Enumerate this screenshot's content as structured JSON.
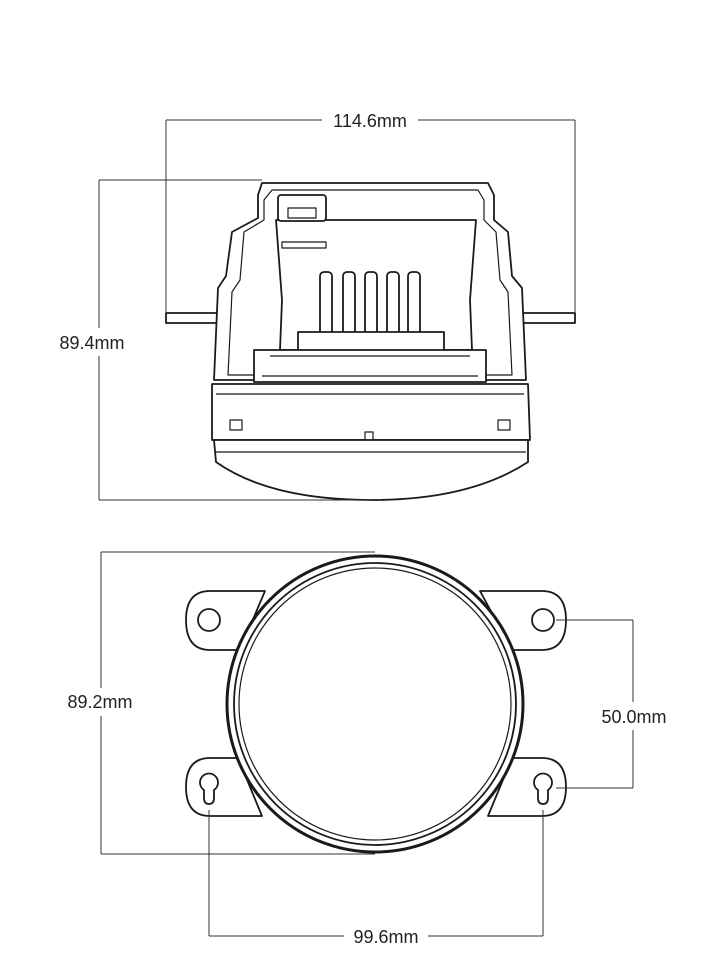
{
  "dimensions": {
    "top_view_width": "114.6mm",
    "top_view_height": "89.4mm",
    "front_view_height": "89.2mm",
    "front_view_hole_vertical_spacing": "50.0mm",
    "front_view_hole_horizontal_spacing": "99.6mm"
  }
}
